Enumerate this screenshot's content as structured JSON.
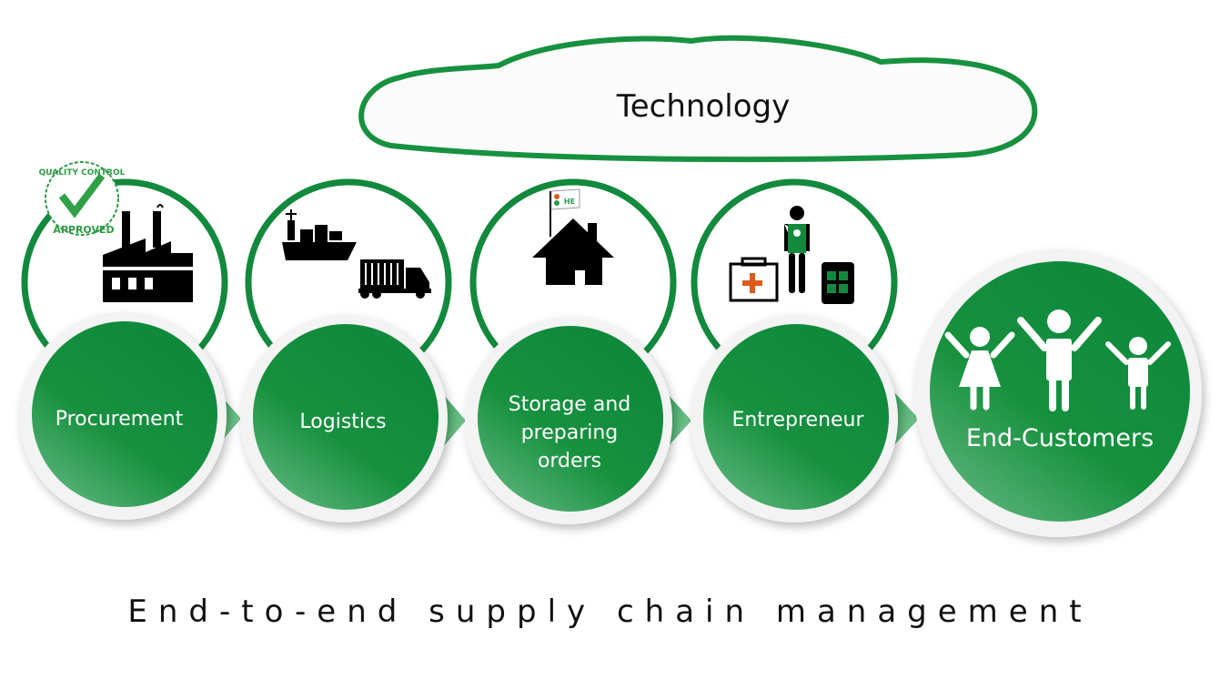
{
  "cloud": {
    "label": "Technology"
  },
  "stages": [
    {
      "label_lines": [
        "Procurement"
      ],
      "icon": "factory-icon",
      "badge": {
        "top": "QUALITY CONTROL",
        "bottom": "APPROVED"
      }
    },
    {
      "label_lines": [
        "Logistics"
      ],
      "icon": "ship-truck-icon"
    },
    {
      "label_lines": [
        "Storage and",
        "preparing",
        "orders"
      ],
      "icon": "house-flag-icon",
      "flag_text": "HE"
    },
    {
      "label_lines": [
        "Entrepreneur"
      ],
      "icon": "entrepreneur-kit-icon"
    },
    {
      "label_lines": [
        "End-Customers"
      ],
      "icon": "family-icon"
    }
  ],
  "footer": {
    "title": "End-to-end supply chain management"
  },
  "colors": {
    "green": "#12893d",
    "green_light": "#4aae6c",
    "red_cross": "#e05a1e"
  }
}
